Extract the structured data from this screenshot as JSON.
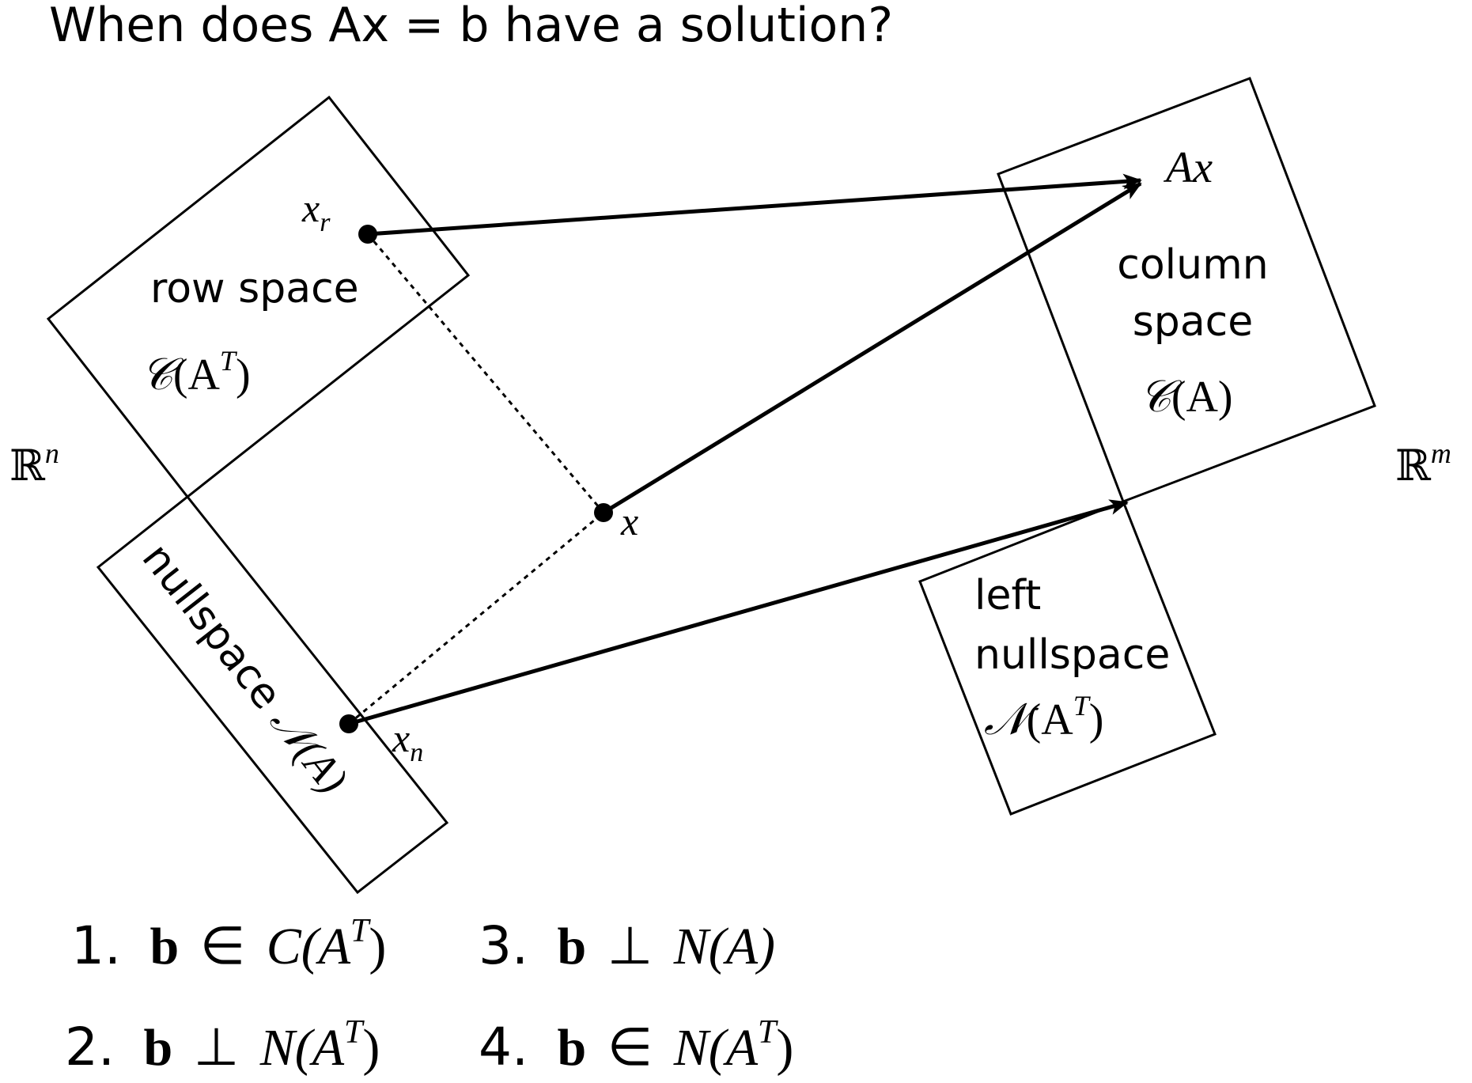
{
  "title": "When does Ax = b have a solution?",
  "spaces": {
    "domain_label": "ℝ",
    "domain_exp": "n",
    "codomain_label": "ℝ",
    "codomain_exp": "m"
  },
  "row_space": {
    "label": "row space",
    "notation": "𝒞",
    "arg": "(A",
    "arg_sup": "T",
    "arg_close": ")"
  },
  "nullspace": {
    "label": "nullspace",
    "notation": "𝒩(A)"
  },
  "column_space": {
    "label_line1": "column",
    "label_line2": "space",
    "notation": "𝒞",
    "arg": "(A)"
  },
  "left_nullspace": {
    "label_line1": "left",
    "label_line2": "nullspace",
    "notation": "𝒩",
    "arg": "(A",
    "arg_sup": "T",
    "arg_close": ")"
  },
  "points": {
    "xr": {
      "base": "x",
      "sub": "r"
    },
    "xn": {
      "base": "x",
      "sub": "n"
    },
    "x": {
      "base": "x"
    },
    "Ax": {
      "label": "Ax"
    }
  },
  "conditions": [
    {
      "number": "1.",
      "b": "b",
      "rel": "∈",
      "set": "C(A",
      "sup": "T",
      "close": ")"
    },
    {
      "number": "3.",
      "b": "b",
      "rel": "⊥",
      "set": "N(A)",
      "sup": "",
      "close": ""
    },
    {
      "number": "2.",
      "b": "b",
      "rel": "⊥",
      "set": "N(A",
      "sup": "T",
      "close": ")"
    },
    {
      "number": "4.",
      "b": "b",
      "rel": "∈",
      "set": "N(A",
      "sup": "T",
      "close": ")"
    }
  ]
}
